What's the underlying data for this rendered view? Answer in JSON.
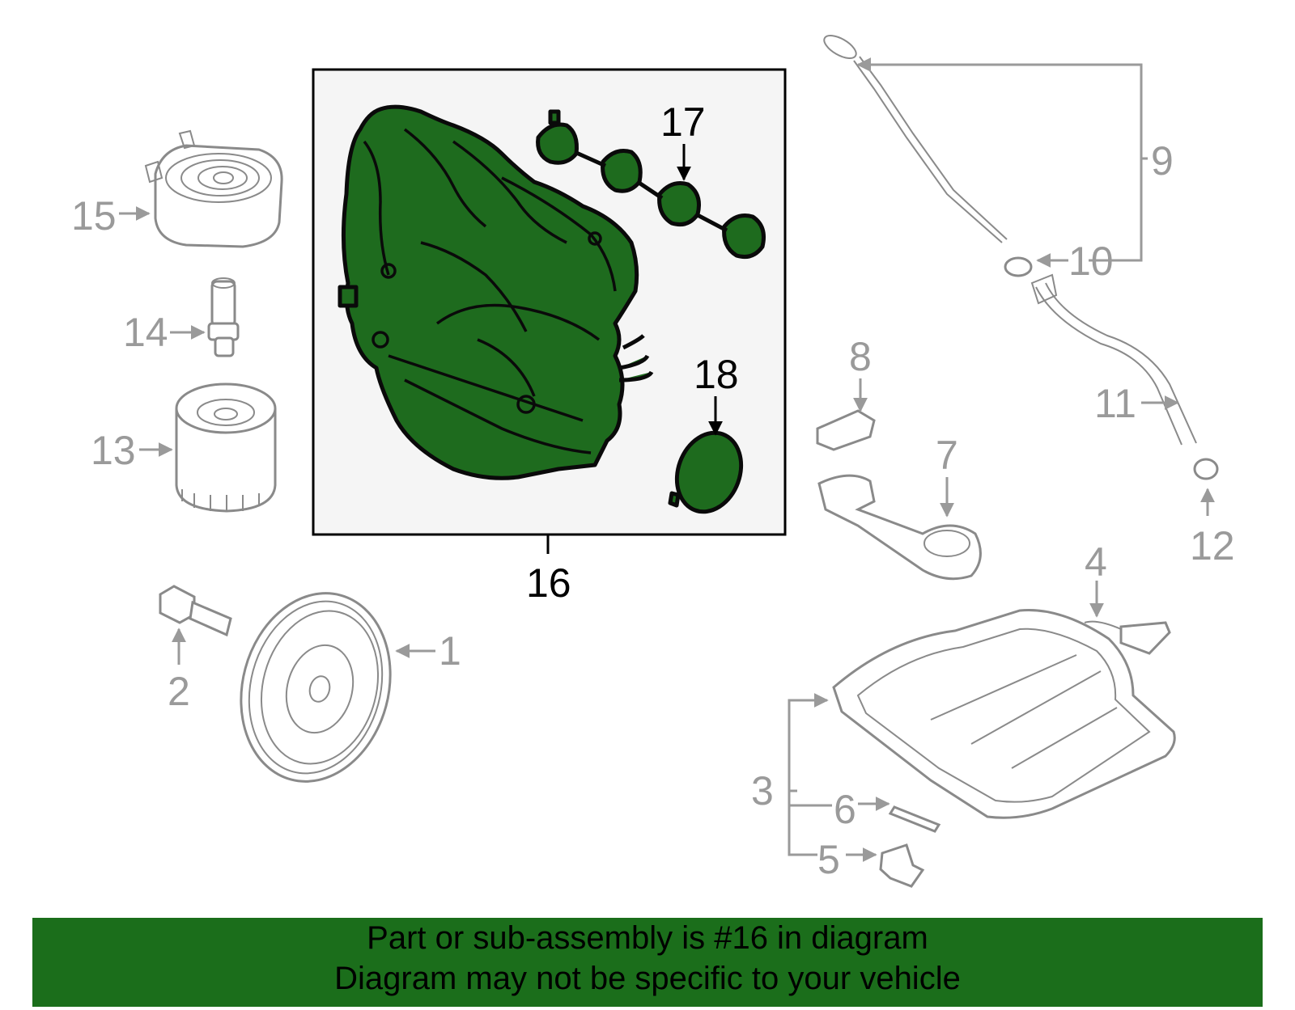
{
  "callouts": {
    "c1": "1",
    "c2": "2",
    "c3": "3",
    "c4": "4",
    "c5": "5",
    "c6": "6",
    "c7": "7",
    "c8": "8",
    "c9": "9",
    "c10": "10",
    "c11": "11",
    "c12": "12",
    "c13": "13",
    "c14": "14",
    "c15": "15",
    "c16": "16",
    "c17": "17",
    "c18": "18"
  },
  "banner": {
    "line1": "Part or sub-assembly is #16 in diagram",
    "line2": "Diagram may not be specific to your vehicle"
  },
  "colors": {
    "highlight_green": "#1e6b1e",
    "banner_green": "#1b6e1b",
    "grey_parts": "#9a9a9a",
    "box_background": "#f5f5f5"
  }
}
